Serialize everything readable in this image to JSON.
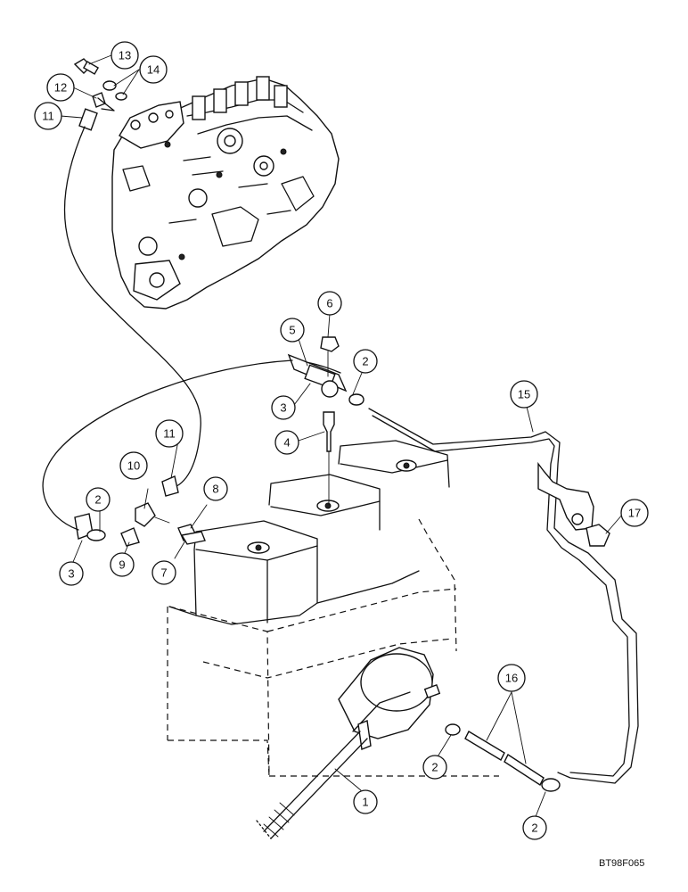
{
  "figure_reference": "BT98F065",
  "callouts": [
    {
      "id": "c13a",
      "label": "13"
    },
    {
      "id": "c14a",
      "label": "14"
    },
    {
      "id": "c12a",
      "label": "12"
    },
    {
      "id": "c11a",
      "label": "11"
    },
    {
      "id": "c6",
      "label": "6"
    },
    {
      "id": "c5",
      "label": "5"
    },
    {
      "id": "c2a",
      "label": "2"
    },
    {
      "id": "c3a",
      "label": "3"
    },
    {
      "id": "c15",
      "label": "15"
    },
    {
      "id": "c4",
      "label": "4"
    },
    {
      "id": "c11b",
      "label": "11"
    },
    {
      "id": "c10",
      "label": "10"
    },
    {
      "id": "c8",
      "label": "8"
    },
    {
      "id": "c2b",
      "label": "2"
    },
    {
      "id": "c17",
      "label": "17"
    },
    {
      "id": "c3b",
      "label": "3"
    },
    {
      "id": "c9",
      "label": "9"
    },
    {
      "id": "c7",
      "label": "7"
    },
    {
      "id": "c16",
      "label": "16"
    },
    {
      "id": "c2c",
      "label": "2"
    },
    {
      "id": "c1",
      "label": "1"
    },
    {
      "id": "c2d",
      "label": "2"
    }
  ]
}
